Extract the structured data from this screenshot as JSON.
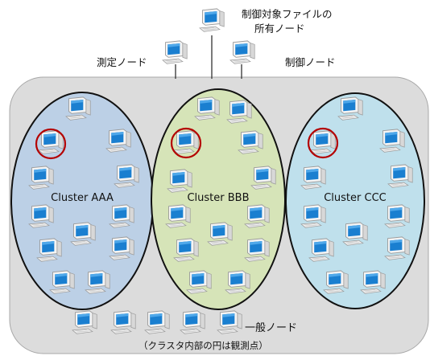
{
  "labels": {
    "owner_node_line1": "制御対象ファイルの",
    "owner_node_line2": "所有ノード",
    "measurement_node": "測定ノード",
    "control_node": "制御ノード",
    "general_node": "一般ノード",
    "general_node_note": "（クラスタ内部の円は観測点）"
  },
  "clusters": [
    {
      "name": "Cluster AAA",
      "fill": "#bcd0e6"
    },
    {
      "name": "Cluster BBB",
      "fill": "#d6e4b8"
    },
    {
      "name": "Cluster CCC",
      "fill": "#bfe0ec"
    }
  ],
  "colors": {
    "background_area": "#dcdcdc",
    "observation_circle": "#b40000",
    "screen": "#1a7fd0"
  },
  "icons": {
    "node": "desktop-computer-icon"
  }
}
